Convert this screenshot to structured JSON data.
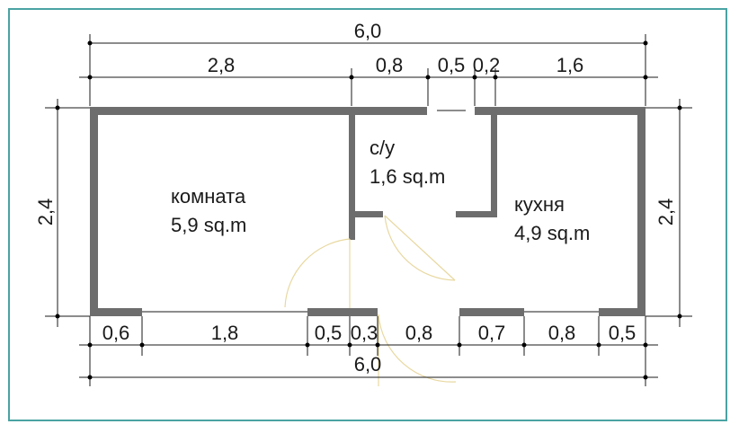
{
  "dimensions": {
    "top_total": "6,0",
    "top_segments": [
      "2,8",
      "0,8",
      "0,5",
      "0,2",
      "1,6"
    ],
    "bottom_segments": [
      "0,6",
      "1,8",
      "0,5",
      "0,3",
      "0,8",
      "0,7",
      "0,8",
      "0,5"
    ],
    "bottom_total": "6,0",
    "left_height": "2,4",
    "right_height": "2,4"
  },
  "rooms": {
    "room": {
      "name": "комната",
      "area": "5,9 sq.m"
    },
    "bathroom": {
      "name": "с/у",
      "area": "1,6 sq.m"
    },
    "kitchen": {
      "name": "кухня",
      "area": "4,9 sq.m"
    }
  },
  "colors": {
    "wall": "#6d6d6d",
    "frame": "#4aa3a3",
    "door_arc": "#e8d8a0"
  }
}
